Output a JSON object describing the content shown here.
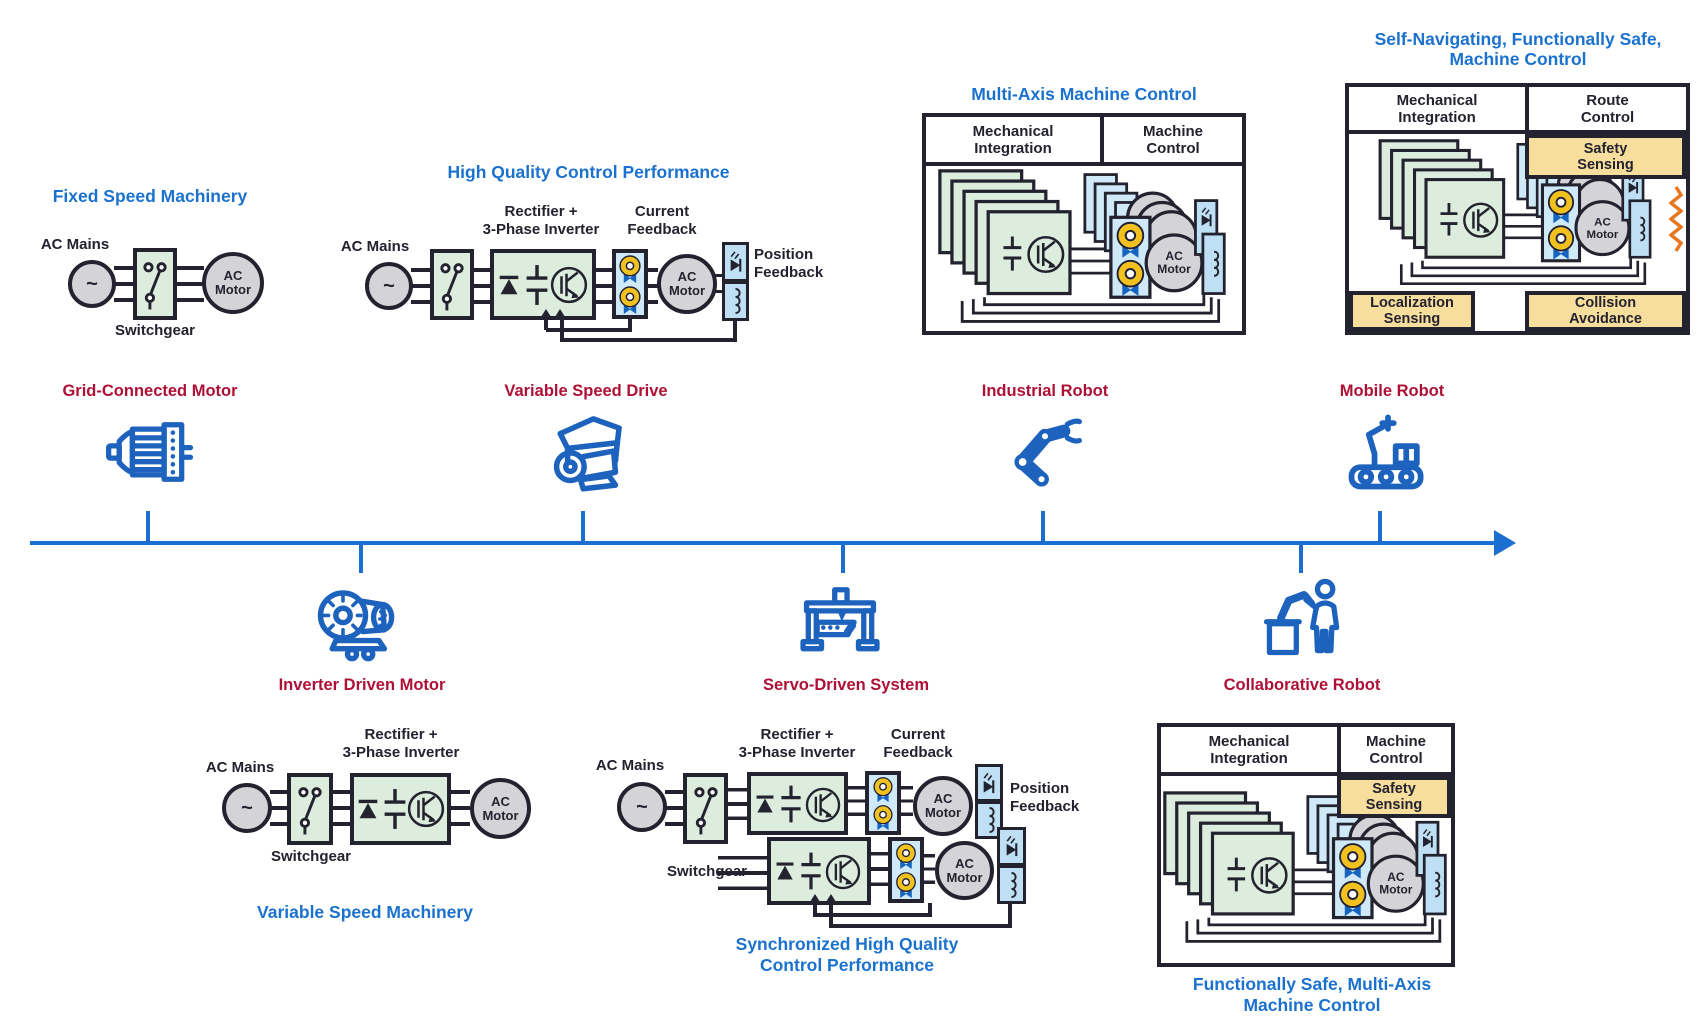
{
  "palette": {
    "title_blue": "#1B72CE",
    "label_crimson": "#AE1036",
    "icon_blue": "#1D63BE",
    "timeline_blue": "#1B6FD0",
    "component_green": "#DCEDDD",
    "component_light_blue": "#CFE9F8",
    "component_gray": "#D4D4D8",
    "highlight_yellow": "#F8DE9C",
    "sensor_gold": "#F2C11C",
    "outline_ink": "#23222F",
    "sensor_orange": "#E87722"
  },
  "shared": {
    "ac_mains": "AC Mains",
    "switchgear": "Switchgear",
    "rectifier_l1": "Rectifier +",
    "rectifier_l2": "3-Phase Inverter",
    "current": "Current",
    "position": "Position",
    "feedback": "Feedback",
    "ac": "AC",
    "motor": "Motor",
    "tilde": "~",
    "mech_integration": "Mechanical Integration",
    "machine_control": "Machine Control"
  },
  "stages": {
    "fixed_speed": {
      "title": "Fixed Speed Machinery",
      "label": "Grid-Connected Motor"
    },
    "high_quality": {
      "title": "High Quality Control Performance",
      "label": "Variable Speed Drive"
    },
    "multi_axis": {
      "title": "Multi-Axis Machine Control",
      "label": "Industrial Robot"
    },
    "self_navigating": {
      "title": "Self-Navigating, Functionally Safe, Machine Control",
      "label": "Mobile Robot",
      "route_control": "Route Control",
      "safety_sensing": "Safety Sensing",
      "localization_sensing": "Localization Sensing",
      "collision_avoidance": "Collision Avoidance"
    },
    "inverter_driven": {
      "label": "Inverter Driven Motor",
      "title": "Variable Speed Machinery"
    },
    "servo_driven": {
      "label": "Servo-Driven System",
      "title": "Synchronized High Quality Control Performance"
    },
    "collaborative": {
      "label": "Collaborative Robot",
      "title": "Functionally Safe, Multi-Axis Machine Control",
      "safety_sensing": "Safety Sensing"
    }
  }
}
